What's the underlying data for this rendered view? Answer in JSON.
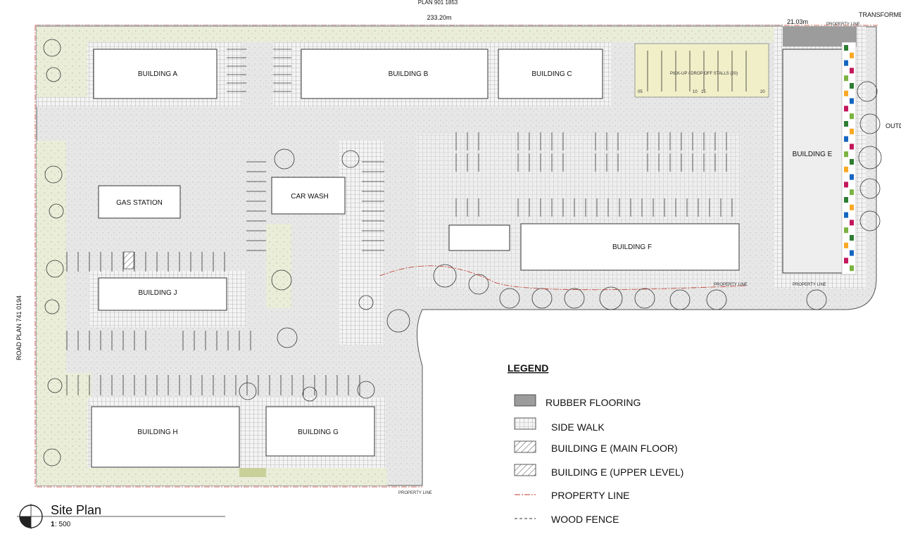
{
  "header": {
    "plan_ref": "PLAN 901 1853",
    "width_dim": "233.20m",
    "right_dim": "21.03m",
    "transformer": "TRANSFORMER",
    "outdoor": "OUTD",
    "road_plan": "ROAD PLAN 741 0194"
  },
  "buildings": {
    "a": "BUILDING A",
    "b": "BUILDING B",
    "c": "BUILDING C",
    "e": "BUILDING E",
    "f": "BUILDING F",
    "g": "BUILDING G",
    "h": "BUILDING H",
    "j": "BUILDING J",
    "gas": "GAS STATION",
    "wash": "CAR WASH"
  },
  "notes": {
    "pickup": "PICK-UP / DROP OFF STALLS (20)",
    "property_line": "PROPERTY LINE",
    "stall_05": "05",
    "stall_10": "10",
    "stall_15": "15",
    "stall_20": "20"
  },
  "legend": {
    "title": "LEGEND",
    "items": [
      {
        "label": "RUBBER FLOORING",
        "swatch": "rubber"
      },
      {
        "label": "SIDE WALK",
        "swatch": "sidewalk"
      },
      {
        "label": "BUILDING E (MAIN FLOOR)",
        "swatch": "hatch"
      },
      {
        "label": "BUILDING E (UPPER LEVEL)",
        "swatch": "hatch"
      },
      {
        "label": "PROPERTY LINE",
        "swatch": "propline"
      },
      {
        "label": "WOOD FENCE",
        "swatch": "fence"
      }
    ]
  },
  "title_block": {
    "title": "Site Plan",
    "scale_prefix": "1",
    "scale": " : 500"
  },
  "colors": {
    "landscape": "#e9ecd6",
    "paving": "#e4e4e4",
    "rubber": "#9c9c9c",
    "property_line": "#c0392b",
    "pickup": "#f0efc8"
  }
}
